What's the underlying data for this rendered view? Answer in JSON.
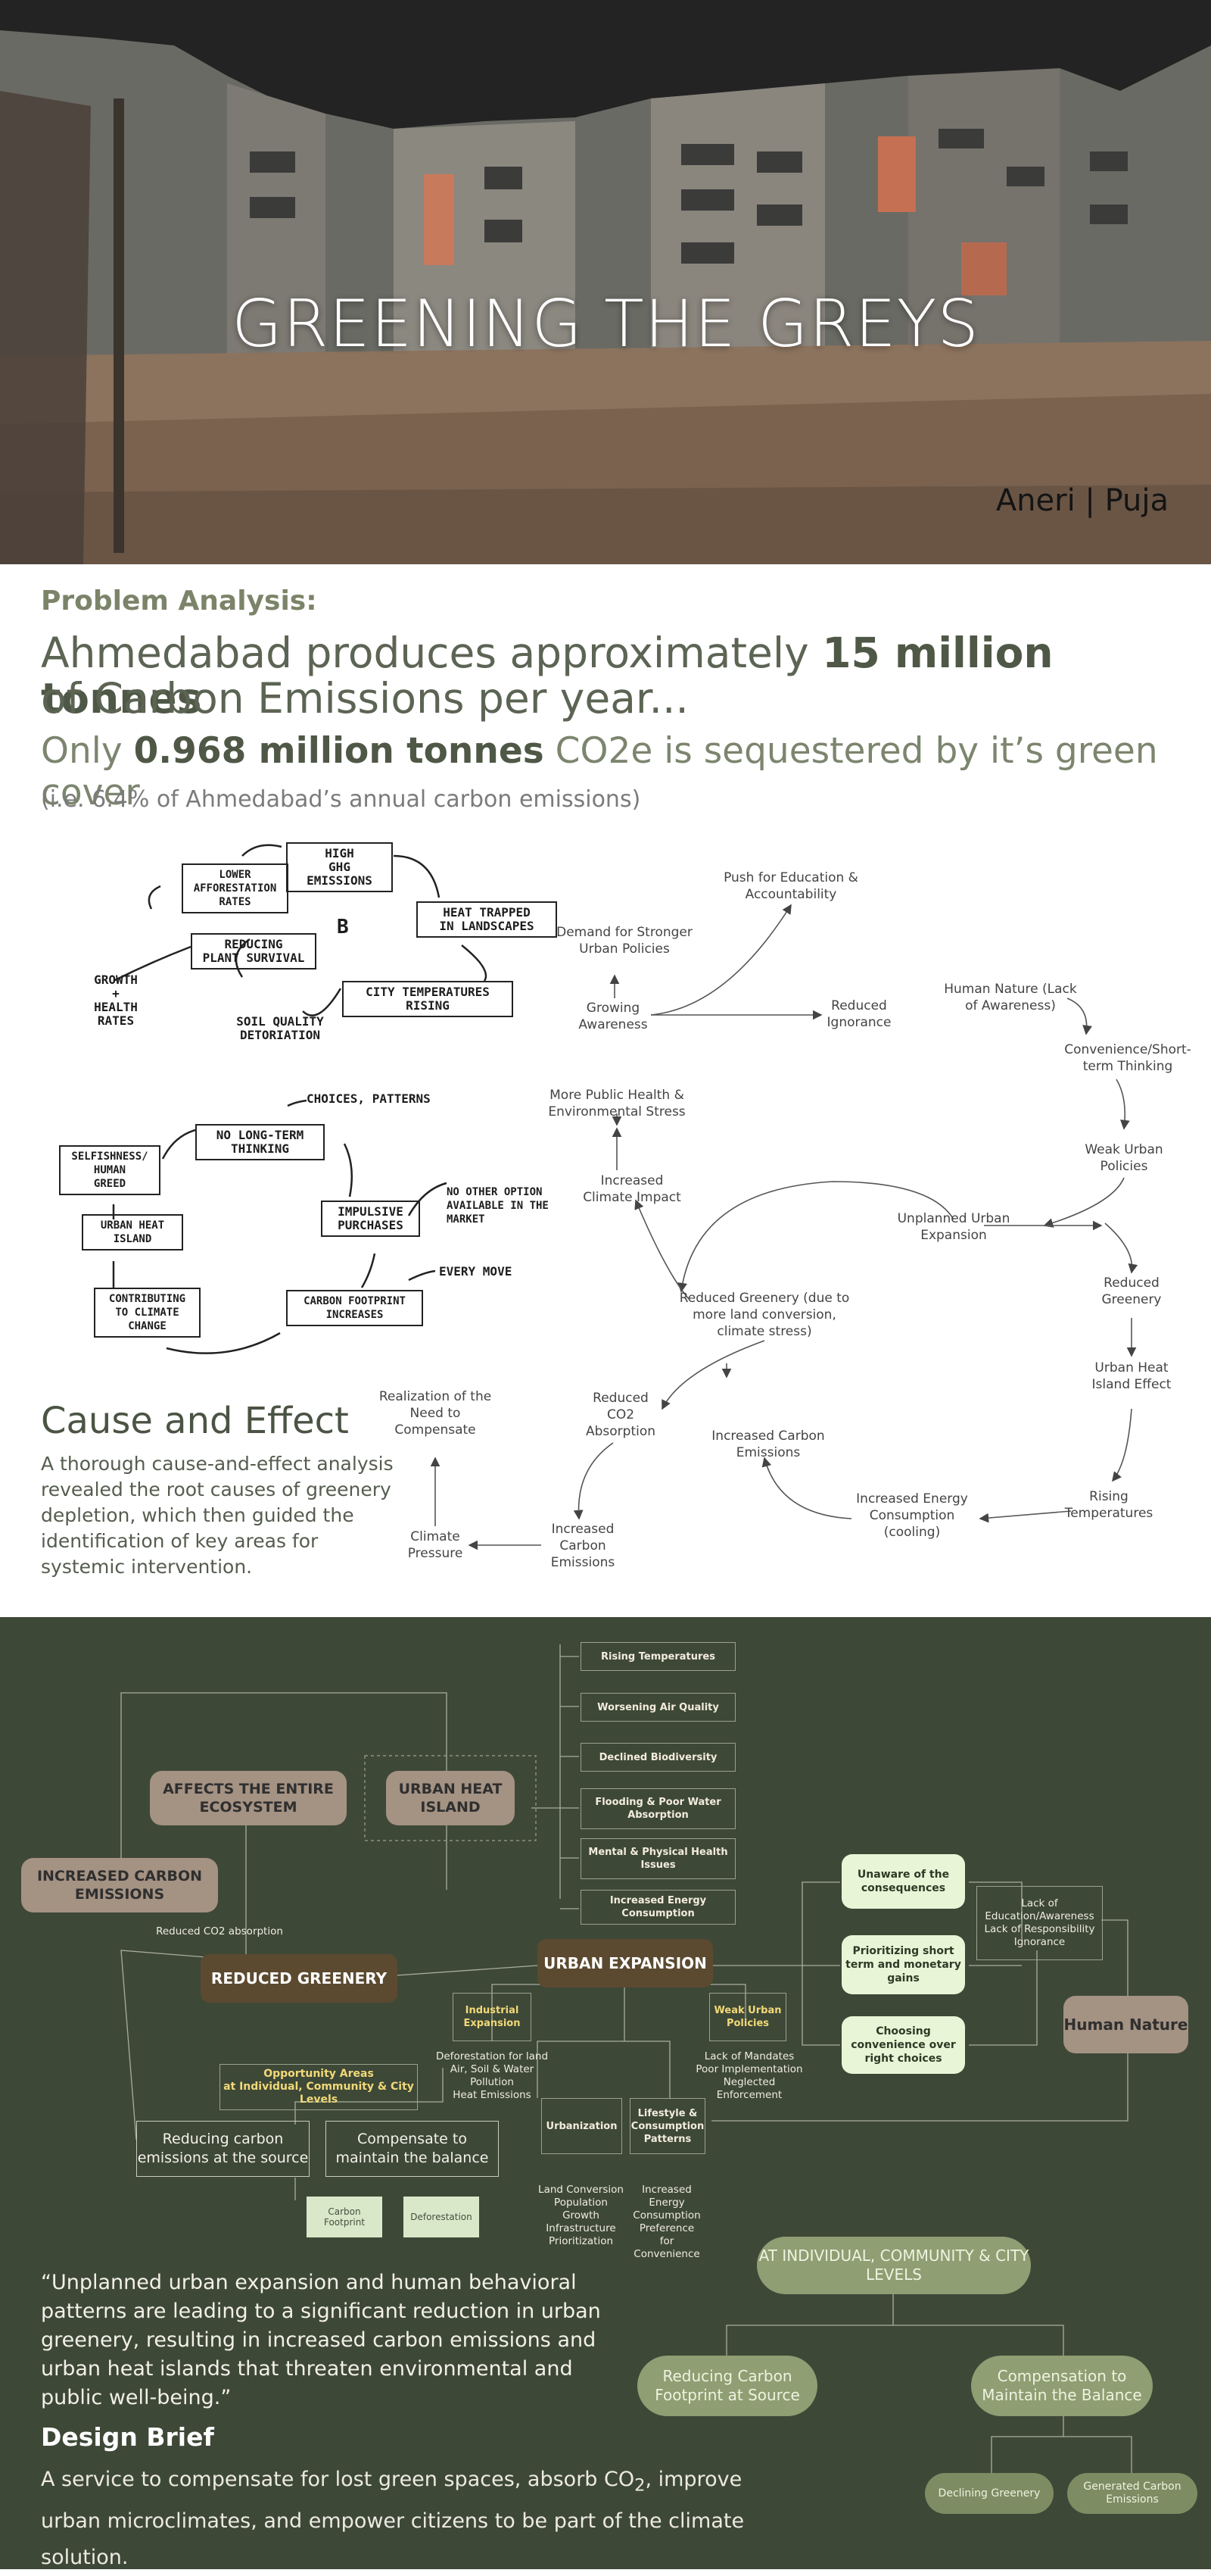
{
  "hero": {
    "title": "GREENING THE GREYS",
    "authors": "Aneri | Puja"
  },
  "problem": {
    "label": "Problem Analysis:",
    "line1_pre": "Ahmedabad produces approximately ",
    "line1_bold": "15 million tonnes",
    "line2": "of Carbon Emissions per year...",
    "line3_pre": "Only ",
    "line3_bold": "0.968 million tonnes",
    "line3_post": " CO2e is sequestered by it’s green cover",
    "line4": "(i.e. 6.4% of Ahmedabad’s annual carbon emissions)"
  },
  "sketch1": {
    "high_ghg": "HIGH\nGHG\nEMISSIONS",
    "lower_aff": "LOWER\nAFFORESTATION\nRATES",
    "heat_trapped": "HEAT TRAPPED\nIN LANDSCAPES",
    "reducing_plant": "REDUCING\nPLANT SURVIVAL",
    "b_mark": "B",
    "growth": "GROWTH\n+\nHEALTH\nRATES",
    "soil": "SOIL QUALITY\nDETORIATION",
    "city_temp": "CITY TEMPERATURES\nRISING"
  },
  "sketch2": {
    "choices": "CHOICES, PATTERNS",
    "no_long_term": "NO LONG-TERM\nTHINKING",
    "selfishness": "SELFISHNESS/\nHUMAN\nGREED",
    "no_other": "NO OTHER OPTION\nAVAILABLE IN THE\nMARKET",
    "impulsive": "IMPULSIVE\nPURCHASES",
    "urban_heat": "URBAN HEAT\nISLAND",
    "every_move": "EVERY MOVE",
    "contributing": "CONTRIBUTING\nTO CLIMATE\nCHANGE",
    "carbon_fp": "CARBON FOOTPRINT\nINCREASES"
  },
  "loop": {
    "push_education": "Push for Education &\nAccountability",
    "demand_policies": "Demand for Stronger\nUrban Policies",
    "growing_awareness": "Growing\nAwareness",
    "reduced_ignorance": "Reduced\nIgnorance",
    "human_nature": "Human Nature (Lack\nof Awareness)",
    "convenience": "Convenience/Short-\nterm Thinking",
    "public_health": "More Public Health &\nEnvironmental Stress",
    "weak_policies": "Weak Urban\nPolicies",
    "increased_climate": "Increased\nClimate Impact",
    "unplanned": "Unplanned Urban\nExpansion",
    "reduced_greenery_right": "Reduced\nGreenery",
    "reduced_greenery_center": "Reduced Greenery (due to\nmore land conversion,\nclimate stress)",
    "uhi_effect": "Urban Heat\nIsland Effect",
    "realization": "Realization of the\nNeed to\nCompensate",
    "reduced_co2": "Reduced\nCO2\nAbsorption",
    "increased_carbon_mid": "Increased Carbon\nEmissions",
    "increased_energy": "Increased Energy\nConsumption\n(cooling)",
    "rising_temps": "Rising\nTemperatures",
    "climate_pressure": "Climate\nPressure",
    "increased_carbon_low": "Increased\nCarbon\nEmissions"
  },
  "cause_effect": {
    "title": "Cause and Effect",
    "description": "A thorough cause-and-effect analysis revealed the root causes of greenery depletion, which then guided the identification of key areas for systemic intervention."
  },
  "map": {
    "impacts": [
      "Rising Temperatures",
      "Worsening Air Quality",
      "Declined Biodiversity",
      "Flooding & Poor Water Absorption",
      "Mental & Physical Health Issues",
      "Increased Energy Consumption"
    ],
    "affects": "AFFECTS THE ENTIRE ECOSYSTEM",
    "uhi": "URBAN HEAT ISLAND",
    "increased_carbon": "INCREASED CARBON EMISSIONS",
    "reduced_co2": "Reduced CO2 absorption",
    "reduced_greenery": "REDUCED GREENERY",
    "urban_expansion": "URBAN EXPANSION",
    "industrial": "Industrial Expansion",
    "industrial_list": "Deforestation for land\nAir, Soil & Water\nPollution\nHeat Emissions",
    "weak_policies": "Weak Urban Policies",
    "weak_list": "Lack of Mandates\nPoor Implementation\nNeglected\nEnforcement",
    "opportunity": "Opportunity Areas\nat Individual, Community & City Levels",
    "reducing_source": "Reducing carbon emissions at the source",
    "compensate_balance": "Compensate to maintain the balance",
    "urbanization": "Urbanization",
    "urbanization_list": "Land Conversion\nPopulation\nGrowth\nInfrastructure\nPrioritization",
    "lifestyle": "Lifestyle & Consumption Patterns",
    "lifestyle_list": "Increased\nEnergy\nConsumption\nPreference\nfor\nConvenience",
    "carbon_footprint": "Carbon Footprint",
    "deforestation": "Deforestation",
    "unaware": "Unaware of the consequences",
    "prioritizing": "Prioritizing short term and monetary gains",
    "choosing": "Choosing convenience over right choices",
    "lack_box": "Lack of\nEducation/Awareness\nLack of Responsibility\nIgnorance",
    "human_nature": "Human Nature"
  },
  "quote": "“Unplanned urban expansion and human behavioral patterns are leading to a significant reduction in urban greenery, resulting in increased carbon emissions and urban heat islands that threaten environmental and public well-being.”",
  "design_brief": {
    "title": "Design Brief",
    "desc_pre": "A service to compensate for lost green spaces, absorb CO",
    "desc_sub": "2",
    "desc_post": ", improve urban microclimates, and empower citizens to be part of the climate solution."
  },
  "levels": {
    "top": "AT INDIVIDUAL, COMMUNITY & CITY LEVELS",
    "left": "Reducing Carbon Footprint at Source",
    "right": "Compensation to Maintain the Balance",
    "sub_left": "Declining Greenery",
    "sub_right": "Generated Carbon Emissions"
  },
  "colors": {
    "green_bg": "#3e4837",
    "accent_olive": "#7b8468",
    "pill_taupe": "#a49283",
    "dark_brown": "#5b4a30",
    "light_green": "#e8f6d7",
    "sage": "#8f9e73"
  }
}
